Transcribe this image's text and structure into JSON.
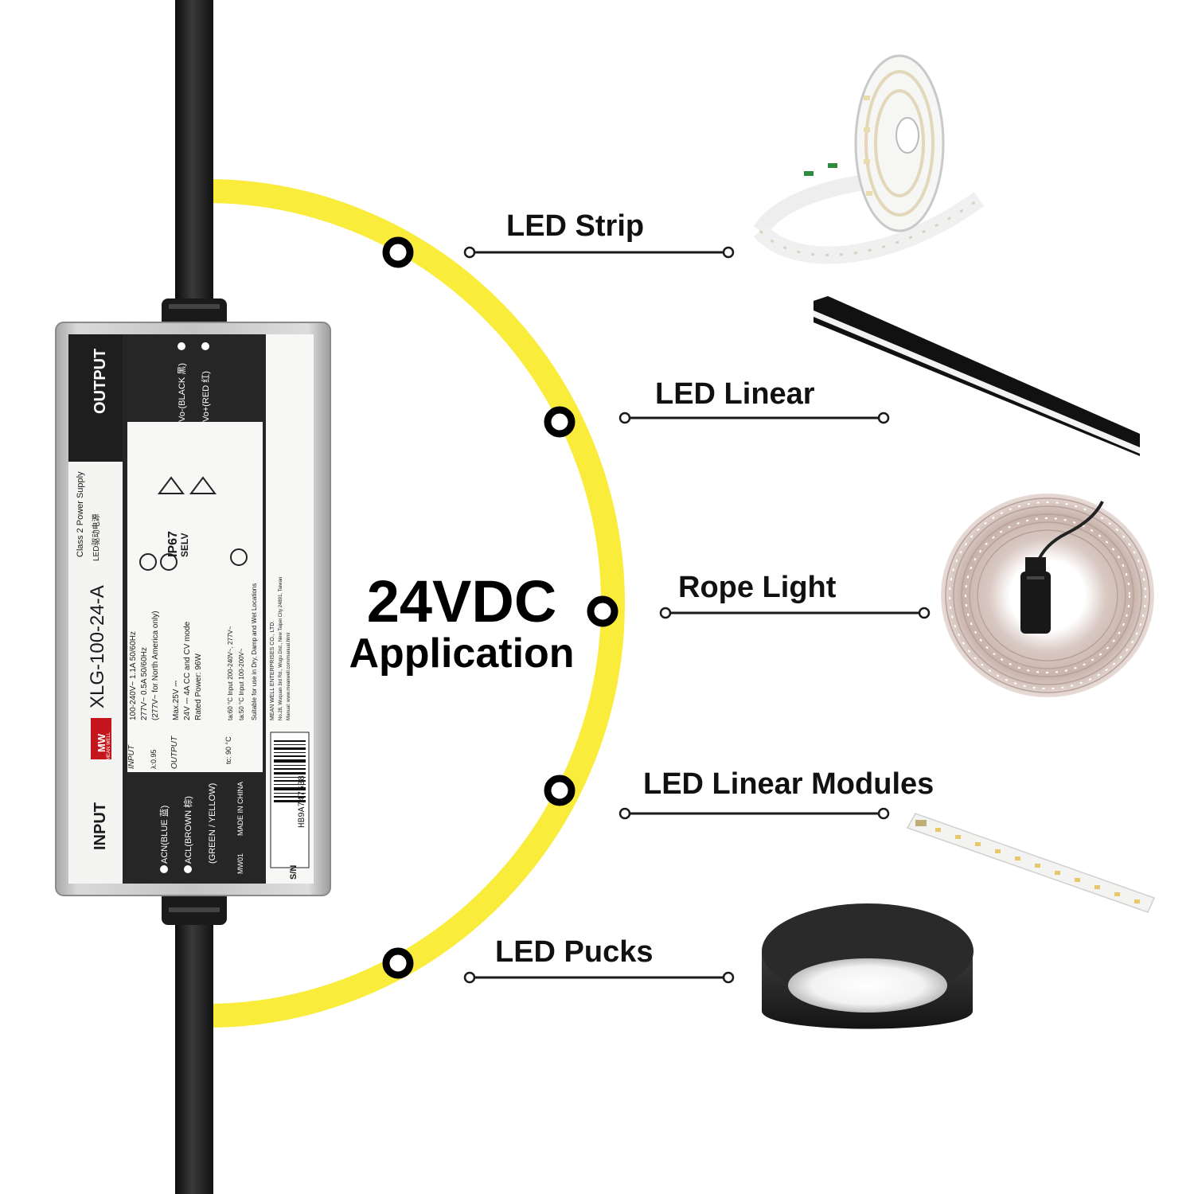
{
  "colors": {
    "arc": "#f9ec3a",
    "cable": "#1d1d1d",
    "node_ring": "#000000",
    "psu_body": "#c8c8c8",
    "psu_label_dark": "#1e1e1e"
  },
  "center": {
    "voltage": "24VDC",
    "subtitle": "Application"
  },
  "applications": [
    {
      "label": "LED Strip",
      "icon": "led-strip-reel-image"
    },
    {
      "label": "LED Linear",
      "icon": "led-linear-bar-image"
    },
    {
      "label": "Rope Light",
      "icon": "rope-light-coil-image"
    },
    {
      "label": "LED Linear Modules",
      "icon": "led-linear-module-board-image"
    },
    {
      "label": "LED Pucks",
      "icon": "led-puck-light-image"
    }
  ],
  "power_supply": {
    "output_header": "OUTPUT",
    "input_header": "INPUT",
    "model": "XLG-100-24-A",
    "model_suffix": "LED驱动电源",
    "class_text": "Class 2 Power Supply",
    "brand": "MW",
    "brand_sub": "MEAN WELL",
    "input_section": "INPUT",
    "input_spec_1": "100-240V~   1.1A   50/60Hz",
    "input_spec_2": "277V~   0.5A   50/60Hz",
    "input_spec_3": "(277V~ for North America only)",
    "input_pf": "λ:0.95",
    "output_section": "OUTPUT",
    "output_spec_1": "Max.25V ⎓",
    "output_spec_2": "24V ⎓ 4A CC and CV mode",
    "output_spec_3": "Rated Power: 96W",
    "temp_c": "tc: 90 °C",
    "ta_1": "ta:60 °C   Input 200-240V~, 277V~",
    "ta_2": "ta:50 °C   Input 100-200V~",
    "usage": "Suitable for use in Dry, Damp and Wet Locations",
    "ip": "IP67",
    "selv": "SELV",
    "wire_vo_minus": "Vo-(BLACK 黑)",
    "wire_vo_plus": "Vo+(RED 红)",
    "wire_acn": "ACN(BLUE 蓝)",
    "wire_acl": "ACL(BROWN 棕)",
    "wire_ground": "(GREEN / YELLOW)",
    "made_in": "MADE IN CHINA",
    "lot": "MW01",
    "serial_label": "S/N",
    "serial_number": "HB9A747638",
    "manufacturer": "MEAN WELL ENTERPRISES CO., LTD.",
    "address": "No.28, Wuquan 3rd Rd., Wugu Dist., New Taipei City 24891, Taiwan",
    "manual": "Manual: www.meanwell.com/manual.html"
  }
}
